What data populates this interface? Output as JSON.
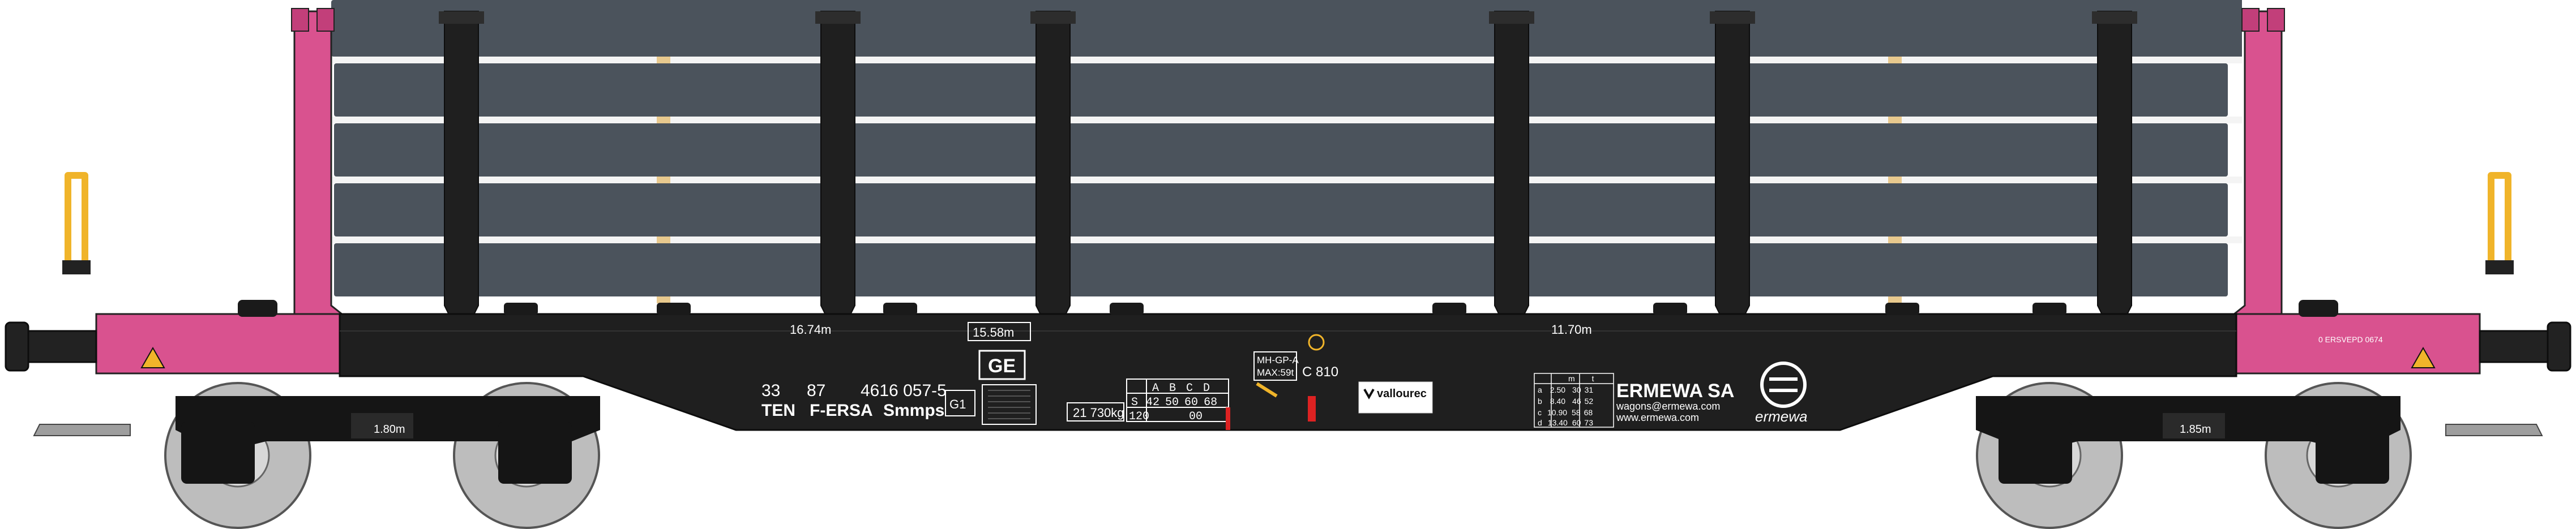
{
  "colors": {
    "frame": "#1f1f1f",
    "load": "#4b535c",
    "load_gap": "#f4f4f4",
    "end_posts": "#d9528f",
    "wood": "#e8c98e",
    "handle": "#f0b42a",
    "wheel": "#bdbdbd",
    "bogie": "#151515"
  },
  "wagon": {
    "number_left": "33",
    "number_mid": "87",
    "number_right": "4616 057-5",
    "regime": "TEN",
    "keeper_code": "F-ERSA",
    "type": "Smmps",
    "gauge_mark": "GE",
    "g1_mark": "G1",
    "length_top": "15.58m",
    "dim_left": "16.74m",
    "dim_right": "11.70m",
    "tare": "21 730kg",
    "bogie_spacing_left": "1.80m",
    "bogie_spacing_right": "1.85m",
    "owner": "ERMEWA SA",
    "email": "wagons@ermewa.com",
    "web": "www.ermewa.com",
    "brand": "ermewa",
    "sticker_brand": "vallourec",
    "brake_code": "C 810",
    "brake_max_1": "MH-GP-A",
    "brake_max_2": "MAX:59t",
    "pink_plate_text": "0 ERSVEPD 0674",
    "load_table": {
      "header": [
        "A",
        "B",
        "C",
        "D"
      ],
      "row1": [
        "S",
        "42",
        "50",
        "60",
        "68"
      ],
      "row2": [
        "120",
        "",
        "",
        "",
        "00"
      ]
    },
    "mini_table": {
      "header": [
        "m",
        "t"
      ],
      "rows": [
        [
          "a",
          "2.50",
          "30",
          "31"
        ],
        [
          "b",
          "8.40",
          "46",
          "52"
        ],
        [
          "c",
          "10.90",
          "58",
          "68"
        ],
        [
          "d",
          "13.40",
          "60",
          "73"
        ]
      ]
    }
  }
}
